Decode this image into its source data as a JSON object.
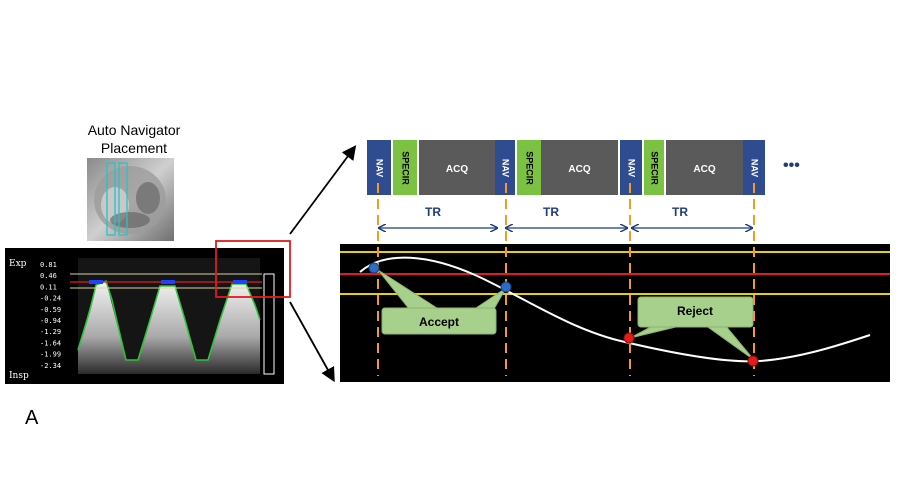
{
  "caption": {
    "line1": "Auto Navigator",
    "line2": "Placement"
  },
  "panel_label": "A",
  "sequence": {
    "blocks": [
      {
        "label": "NAV",
        "kind": "nav"
      },
      {
        "label": "SPECIR",
        "kind": "specir"
      },
      {
        "label": "ACQ",
        "kind": "acq"
      },
      {
        "label": "NAV",
        "kind": "nav"
      },
      {
        "label": "SPECIR",
        "kind": "specir"
      },
      {
        "label": "ACQ",
        "kind": "acq"
      },
      {
        "label": "NAV",
        "kind": "nav"
      },
      {
        "label": "SPECIR",
        "kind": "specir"
      },
      {
        "label": "ACQ",
        "kind": "acq"
      },
      {
        "label": "NAV",
        "kind": "nav"
      }
    ],
    "continuation": "•••",
    "intervals": [
      "TR",
      "TR",
      "TR"
    ]
  },
  "navigator_trace": {
    "top_label": "Exp",
    "bottom_label": "Insp",
    "ticks": [
      "0.81",
      "0.46",
      "0.11",
      "-0.24",
      "-0.59",
      "-0.94",
      "-1.29",
      "-1.64",
      "-1.99",
      "-2.34"
    ]
  },
  "callouts": {
    "accept": "Accept",
    "reject": "Reject"
  },
  "colors": {
    "nav": "#2e4c8f",
    "specir": "#7cc242",
    "acq": "#5a5a5a",
    "tr": "#1f3d7a",
    "dashed": "#f39c1f",
    "gate_yellow": "#e6d200",
    "gate_red": "#e31b1b",
    "accept_point": "#2b6cc4",
    "reject_point": "#e31b1b",
    "callout": "#a8d08d"
  }
}
